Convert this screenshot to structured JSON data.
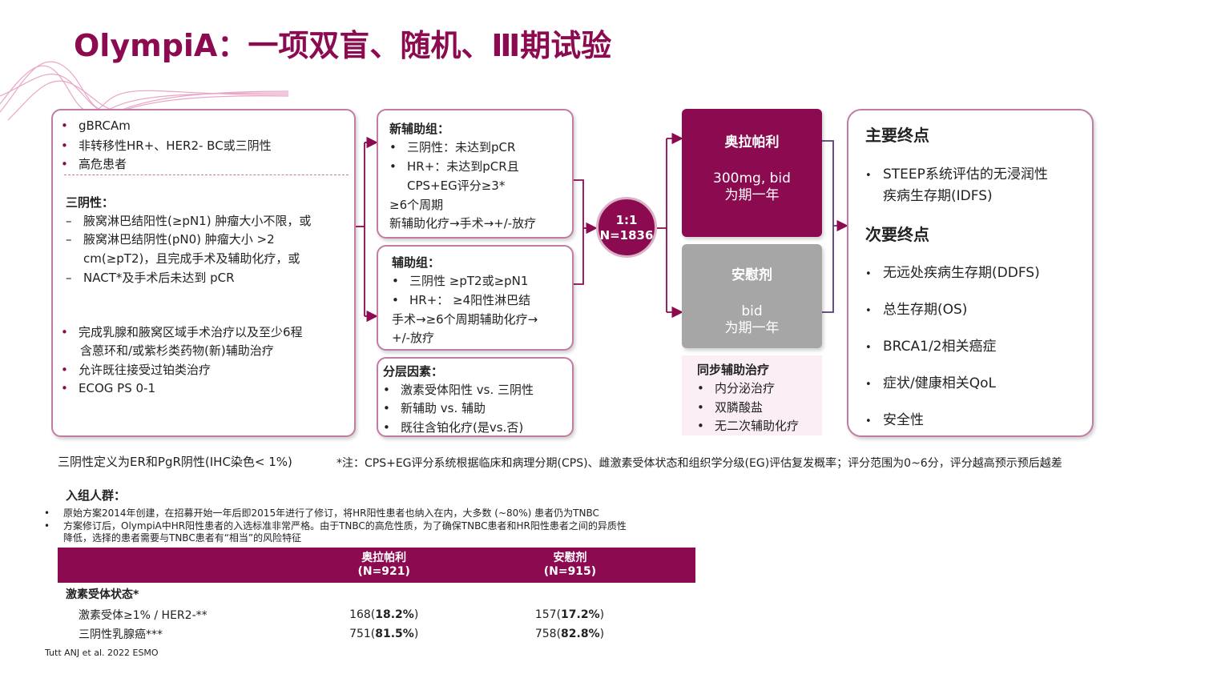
{
  "title": "OlympiA：一项双盲、随机、Ⅲ期试验",
  "colors": {
    "brand": "#8b0a50",
    "border": "#c27ca3",
    "placebo": "#a6a6a6",
    "concurrent_bg": "#fbeff5"
  },
  "eligibility": {
    "top_bullets": [
      "gBRCAm",
      "非转移性HR+、HER2- BC或三阴性",
      "高危患者"
    ],
    "tnbc_heading": "三阴性：",
    "tnbc_items": [
      "腋窝淋巴结阳性(≥pN1) 肿瘤大小不限，或",
      "腋窝淋巴结阴性(pN0) 肿瘤大小 >2",
      "cm(≥pT2)，且完成手术及辅助化疗，或",
      "NACT*及手术后未达到 pCR"
    ],
    "tnbc_dash": "–",
    "bottom_bullets": [
      "完成乳腺和腋窝区域手术治疗以及至少6程",
      "含蒽环和/或紫杉类药物(新)辅助治疗",
      "允许既往接受过铂类治疗",
      "ECOG PS 0-1"
    ]
  },
  "neoadjuvant": {
    "heading": "新辅助组：",
    "items": [
      "三阴性：未达到pCR",
      "HR+：未达到pCR且",
      "CPS+EG评分≥3*",
      "≥6个周期",
      "新辅助化疗→手术→+/-放疗"
    ]
  },
  "adjuvant": {
    "heading": "辅助组：",
    "items": [
      "三阴性 ≥pT2或≥pN1",
      "HR+： ≥4阳性淋巴结",
      "手术→≥6个周期辅助化疗→",
      "+/-放疗"
    ]
  },
  "stratification": {
    "heading": "分层因素：",
    "items": [
      "激素受体阳性 vs. 三阴性",
      "新辅助 vs. 辅助",
      "既往含铂化疗(是vs.否)"
    ]
  },
  "randomization": {
    "ratio": "1:1",
    "n": "N=1836"
  },
  "olaparib_arm": {
    "name": "奥拉帕利",
    "dose": "300mg, bid",
    "duration": "为期一年"
  },
  "placebo_arm": {
    "name": "安慰剂",
    "dose": "bid",
    "duration": "为期一年"
  },
  "concurrent": {
    "heading": "同步辅助治疗",
    "items": [
      "内分泌治疗",
      "双膦酸盐",
      "无二次辅助化疗"
    ]
  },
  "endpoints": {
    "primary_heading": "主要终点",
    "primary_items": [
      "STEEP系统评估的无浸润性",
      "疾病生存期(IDFS)"
    ],
    "secondary_heading": "次要终点",
    "secondary_items": [
      "无远处疾病生存期(DDFS)",
      "总生存期(OS)",
      "BRCA1/2相关癌症",
      "症状/健康相关QoL",
      "安全性"
    ]
  },
  "bullet_symbol": "•",
  "tnbc_definition": "三阴性定义为ER和PgR阴性(IHC染色< 1%)",
  "footnote": "*注：CPS+EG评分系统根据临床和病理分期(CPS)、雌激素受体状态和组织学分级(EG)评估复发概率；评分范围为0~6分，评分越高预示预后越差",
  "population": {
    "heading": "入组人群：",
    "notes": [
      "原始方案2014年创建，在招募开始一年后即2015年进行了修订，将HR阳性患者也纳入在内，大多数 (~80%) 患者仍为TNBC",
      "方案修订后，OlympiA中HR阳性患者的入选标准非常严格。由于TNBC的高危性质，为了确保TNBC患者和HR阳性患者之间的异质性",
      "降低，选择的患者需要与TNBC患者有“相当”的风险特征"
    ],
    "table": {
      "col1": "奥拉帕利",
      "col1_n": "(N=921)",
      "col2": "安慰剂",
      "col2_n": "(N=915)",
      "section": "激素受体状态*",
      "rows": [
        {
          "label": "激素受体≥1% / HER2-**",
          "c1": "168(",
          "c1b": "18.2%",
          "c1e": ")",
          "c2": "157(",
          "c2b": "17.2%",
          "c2e": ")"
        },
        {
          "label": "三阴性乳腺癌***",
          "c1": "751(",
          "c1b": "81.5%",
          "c1e": ")",
          "c2": "758(",
          "c2b": "82.8%",
          "c2e": ")"
        }
      ]
    }
  },
  "citation": "Tutt ANJ et al. 2022 ESMO"
}
